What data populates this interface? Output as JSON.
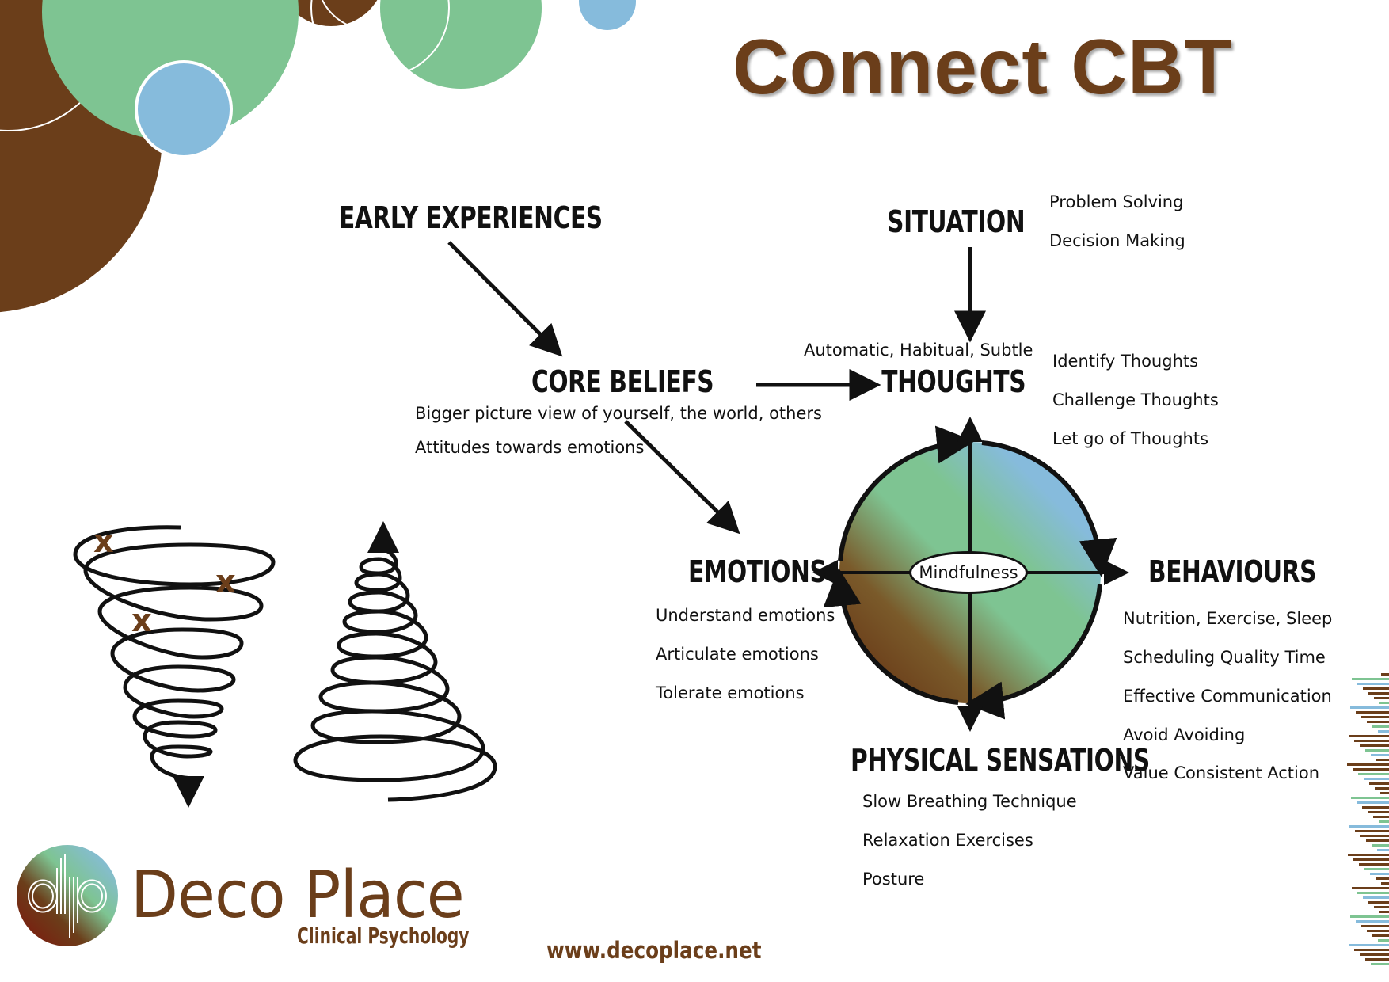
{
  "title": "Connect CBT",
  "nodes": {
    "early_experiences": "EARLY EXPERIENCES",
    "core_beliefs": "CORE BELIEFS",
    "situation": "SITUATION",
    "thoughts": "THOUGHTS",
    "emotions": "EMOTIONS",
    "behaviours": "BEHAVIOURS",
    "physical_sensations": "PHYSICAL SENSATIONS",
    "mindfulness": "Mindfulness"
  },
  "notes": {
    "core_beliefs": [
      "Bigger picture view of yourself, the world, others",
      "Attitudes towards emotions"
    ],
    "thoughts_above": "Automatic, Habitual, Subtle"
  },
  "lists": {
    "situation": [
      "Problem Solving",
      "Decision Making"
    ],
    "thoughts": [
      "Identify Thoughts",
      "Challenge Thoughts",
      "Let go of Thoughts"
    ],
    "emotions": [
      "Understand emotions",
      "Articulate emotions",
      "Tolerate emotions"
    ],
    "behaviours": [
      "Nutrition, Exercise, Sleep",
      "Scheduling Quality Time",
      "Effective Communication",
      "Avoid Avoiding",
      "Value Consistent Action"
    ],
    "physical_sensations": [
      "Slow Breathing Technique",
      "Relaxation Exercises",
      "Posture"
    ]
  },
  "brand": {
    "name_part1": "Deco",
    "name_part2": "Place",
    "subtitle": "Clinical Psychology",
    "monogram": "dp",
    "url": "www.decoplace.net"
  },
  "spiral_marks": [
    "x",
    "x",
    "x"
  ],
  "colors": {
    "brown": "#6b3e1a",
    "green": "#7ec492",
    "blue": "#86bbdc"
  }
}
